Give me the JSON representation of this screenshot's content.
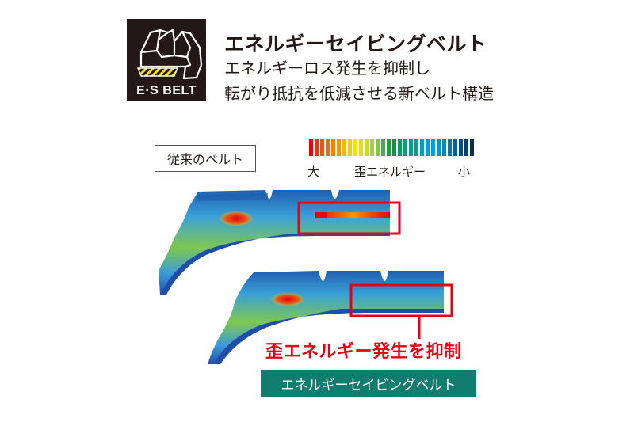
{
  "logo": {
    "icon": "tire-cross-section-belt-icon",
    "label": "E·S BELT"
  },
  "header": {
    "title": "エネルギーセイビングベルト",
    "subtitle_line1": "エネルギーロス発生を抑制し",
    "subtitle_line2": "転がり抵抗を低減させる新ベルト構造"
  },
  "legend": {
    "conventional_label": "従来のベルト",
    "scale_large": "大",
    "scale_title": "歪エネルギー",
    "scale_small": "小",
    "colors": [
      "#e60012",
      "#e83415",
      "#ea5514",
      "#ed6d00",
      "#f08300",
      "#f39800",
      "#f8b500",
      "#fcc800",
      "#ffe100",
      "#e5e000",
      "#c9dc21",
      "#a6cf36",
      "#82c341",
      "#40b149",
      "#14a340",
      "#009944",
      "#009b63",
      "#009f7a",
      "#00a08b",
      "#009e96",
      "#00a0b6",
      "#00a1d9",
      "#00a0e9",
      "#0095d9",
      "#0086c6",
      "#0075b4",
      "#00619d",
      "#004e84",
      "#003f70",
      "#00305a"
    ]
  },
  "comparison": {
    "callout": "歪エネルギー発生を抑制",
    "es_belt_label": "エネルギーセイビングベルト"
  },
  "colors": {
    "highlight_red": "#e60012",
    "badge_green": "#117d6e",
    "logo_bg": "#231815",
    "stripe_yellow": "#f3e100"
  }
}
